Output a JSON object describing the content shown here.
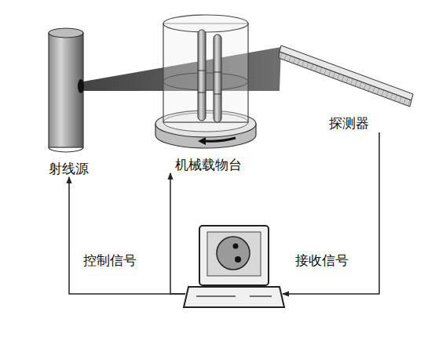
{
  "diagram": {
    "nodes": [
      {
        "text": [
          "射线源"
        ]
      },
      {
        "text": [
          "机械载物台"
        ]
      },
      {
        "text": [
          "探测器"
        ]
      },
      {
        "text": []
      }
    ],
    "edges": [
      {
        "from": 3,
        "to": 0,
        "arrow": "to",
        "label": "控制信号"
      },
      {
        "from": 3,
        "to": 1,
        "arrow": "to"
      },
      {
        "from": 2,
        "to": 3,
        "arrow": "to",
        "label": "接收信号"
      }
    ]
  }
}
